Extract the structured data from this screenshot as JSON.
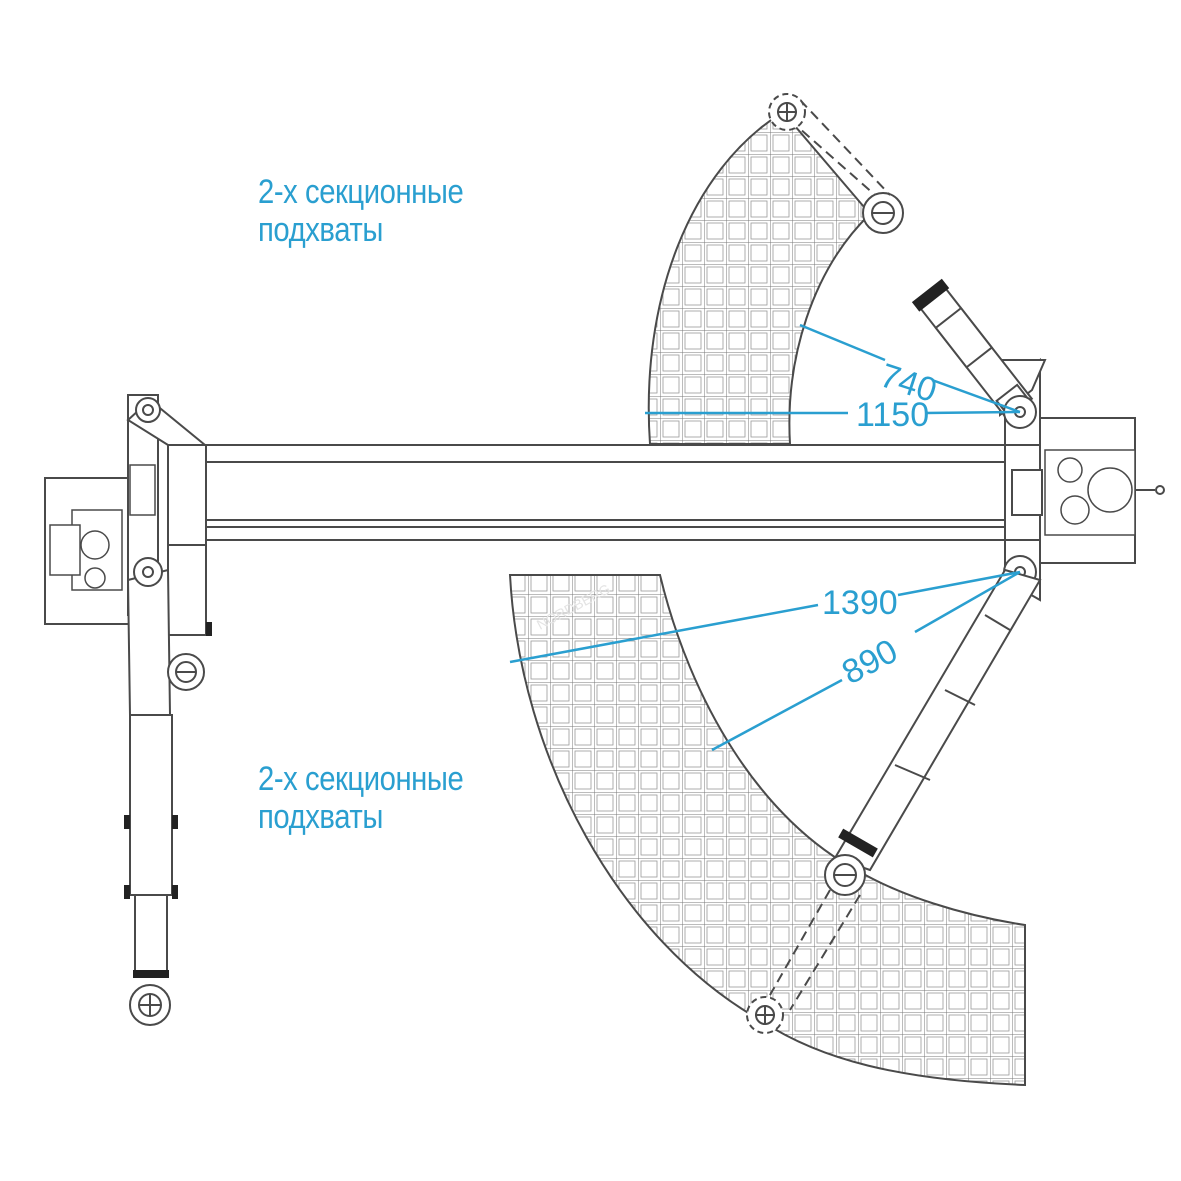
{
  "captions": {
    "top": [
      "2-х секционные",
      "подхваты"
    ],
    "bottom": [
      "2-х секционные",
      "подхваты"
    ]
  },
  "dimensions": {
    "top_inner": "740",
    "top_outer": "1150",
    "bottom_outer": "1390",
    "bottom_inner": "890"
  },
  "watermark": "NORDBERG",
  "colors": {
    "accent": "#2a9fd0",
    "line": "#4a4a4a"
  }
}
